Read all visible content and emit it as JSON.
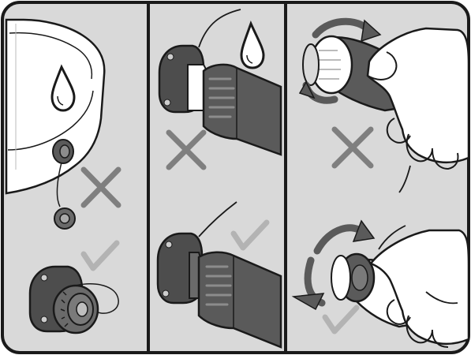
{
  "figure": {
    "panels": [
      {
        "id": "panel-1",
        "top_mark": "cross",
        "bottom_mark": "check"
      },
      {
        "id": "panel-2",
        "top_mark": "cross",
        "bottom_mark": "check"
      },
      {
        "id": "panel-3",
        "top_mark": "cross",
        "bottom_mark": "check"
      }
    ],
    "icons": [
      "water-drop-icon",
      "cross-icon",
      "checkmark-icon",
      "rotate-arrow-icon",
      "hand-icon"
    ],
    "colors": {
      "panel_bg": "#d9d9d9",
      "outline": "#1a1a1a",
      "cross": "#7f7f7f",
      "check": "#b3b3b3",
      "cap_dark": "#5a5a5a",
      "plug_dark": "#4d4d4d",
      "device_white": "#ffffff"
    }
  }
}
